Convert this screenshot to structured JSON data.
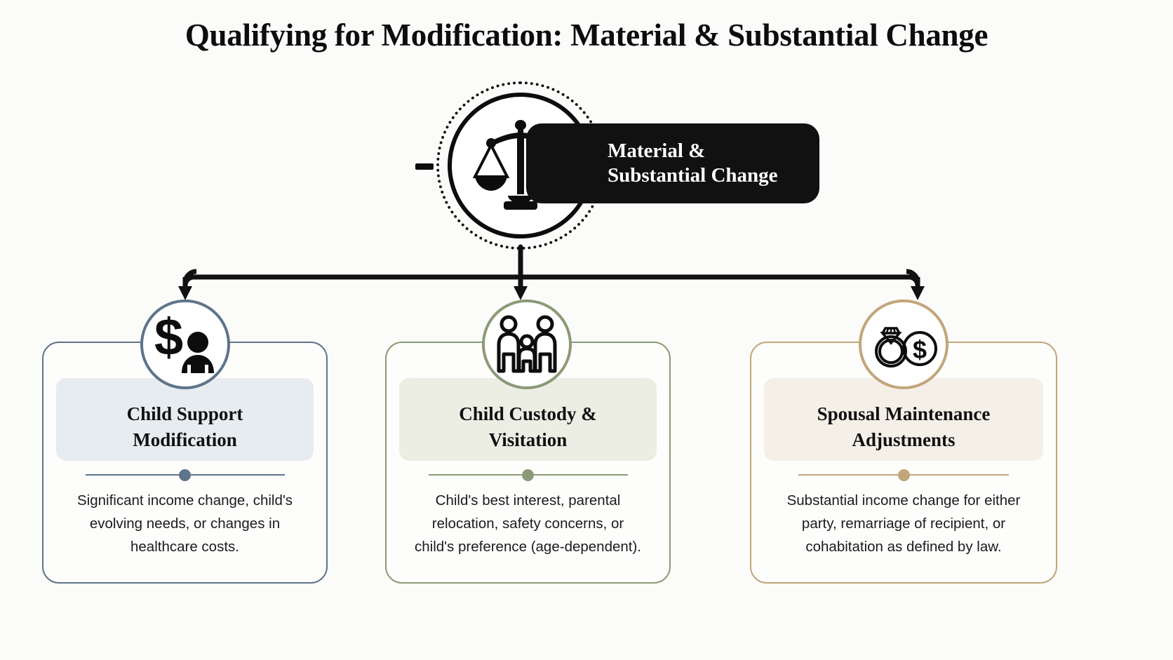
{
  "page": {
    "title": "Qualifying for Modification: Material & Substantial Change",
    "background_color": "#fbfbf9"
  },
  "hub": {
    "icon": "scales-of-justice-icon",
    "label": "Material &\nSubstantial Change",
    "label_background": "#111111",
    "label_text_color": "#ffffff",
    "circle_border_color": "#0d0d0d",
    "dotted_ring_color": "#111111"
  },
  "connector": {
    "color": "#111111",
    "style": "elbow-with-arrowheads"
  },
  "branches": [
    {
      "id": "child-support-modification",
      "icon": "dollar-person-icon",
      "title": "Child Support\nModification",
      "description": "Significant income change, child's\nevolving needs, or changes in\nhealthcare costs.",
      "accent_color": "#5e748a",
      "band_color": "#e7ecf1",
      "card_border_color": "#5e748a"
    },
    {
      "id": "child-custody-visitation",
      "icon": "family-icon",
      "title": "Child Custody &\nVisitation",
      "description": "Child's best interest, parental\nrelocation, safety concerns, or\nchild's preference (age-dependent).",
      "accent_color": "#8b9a76",
      "band_color": "#eceee4",
      "card_border_color": "#8b9a76"
    },
    {
      "id": "spousal-maintenance-adjustments",
      "icon": "ring-dollar-icon",
      "title": "Spousal Maintenance\nAdjustments",
      "description": "Substantial income change for either\nparty, remarriage of recipient, or\ncohabitation as defined by law.",
      "accent_color": "#c2a57a",
      "band_color": "#f4efe7",
      "card_border_color": "#c2a57a"
    }
  ]
}
